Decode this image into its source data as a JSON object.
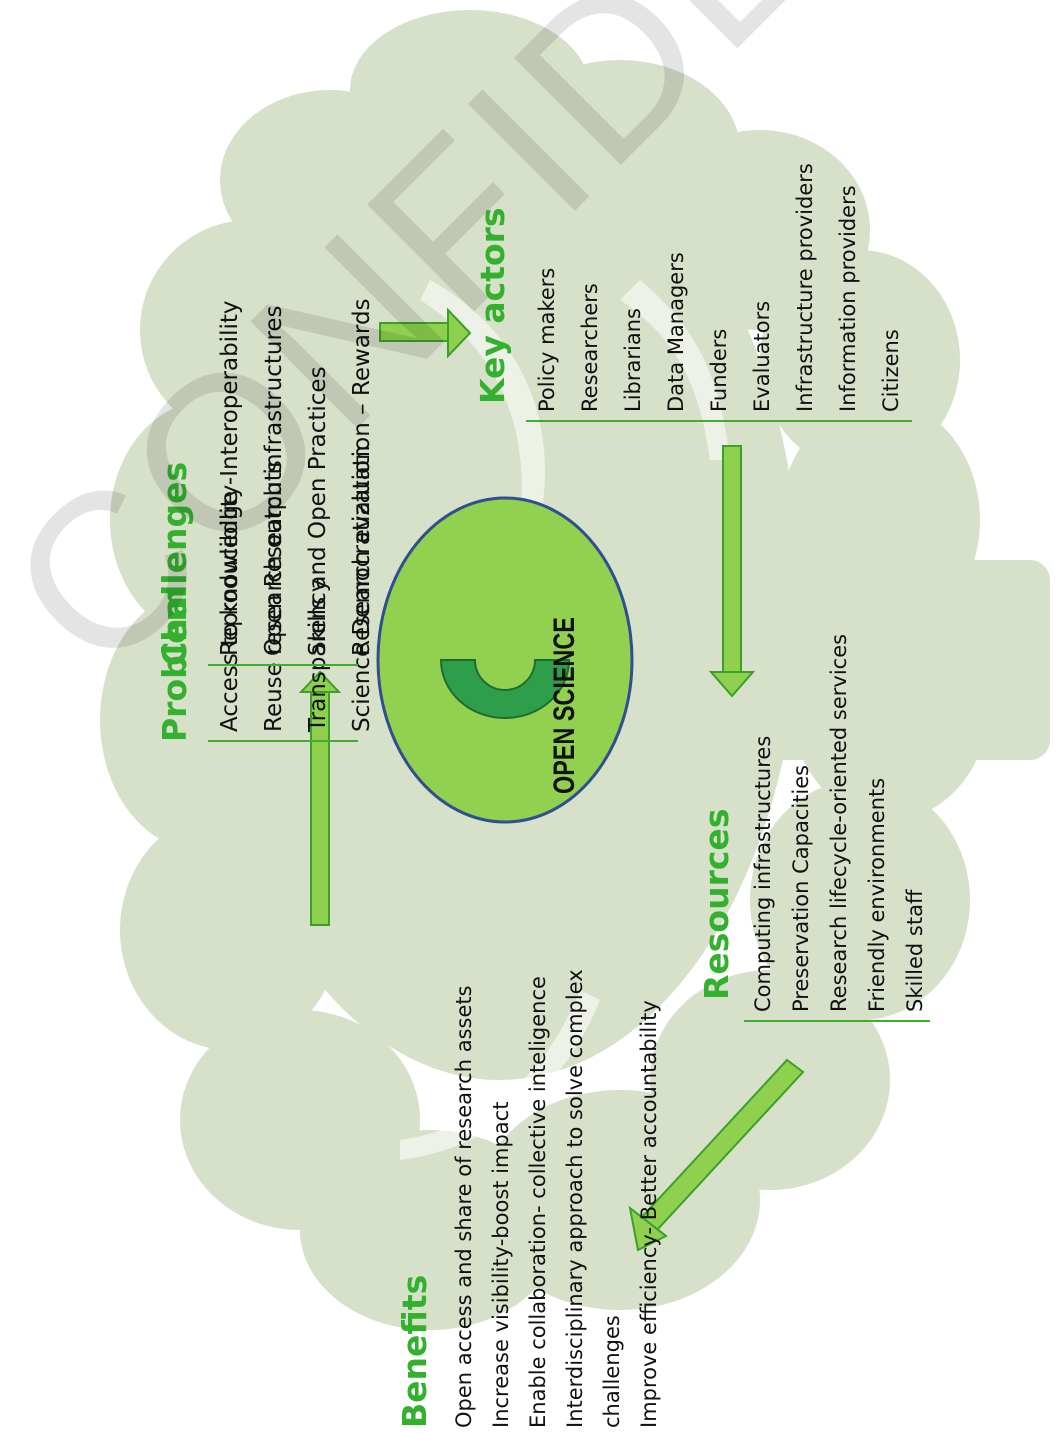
{
  "center": {
    "label": "OPEN SCIENCE"
  },
  "problem": {
    "title": "Problem",
    "items": [
      "Access to knowledge",
      "Reuse research outputs",
      "Transparency",
      "Science Democratization"
    ]
  },
  "challenges": {
    "title": "Challenges",
    "items": [
      "Reproducibility-Interoperability",
      "Open Research infrastructures",
      "Skills and Open Practices",
      "Research evaluation – Rewards"
    ]
  },
  "key_actors": {
    "title": "Key actors",
    "items": [
      "Policy makers",
      "Researchers",
      "Librarians",
      "Data Managers",
      "Funders",
      "Evaluators",
      "Infrastructure providers",
      "Information providers",
      "Citizens"
    ]
  },
  "resources": {
    "title": "Resources",
    "items": [
      "Computing infrastructures",
      "Preservation  Capacities",
      "Research lifecycle-oriented  services",
      "Friendly environments",
      "Skilled staff"
    ]
  },
  "benefits": {
    "title": "Benefits",
    "items": [
      "Open access and share of research assets",
      "Increase visibility-boost impact",
      "Enable collaboration- collective inteligence",
      "Interdisciplinary approach to solve complex",
      "challenges",
      "Improve efficiency- Better accountability"
    ]
  },
  "watermark": "CONFIDENTIAL",
  "colors": {
    "title_green": "#33b02e",
    "arrow_green": "#8fd14f",
    "tree": "#d6dfc8",
    "ellipse": "#92d050",
    "ellipse_border": "#2f4f8f",
    "logo_dark": "#2e9e4a"
  }
}
